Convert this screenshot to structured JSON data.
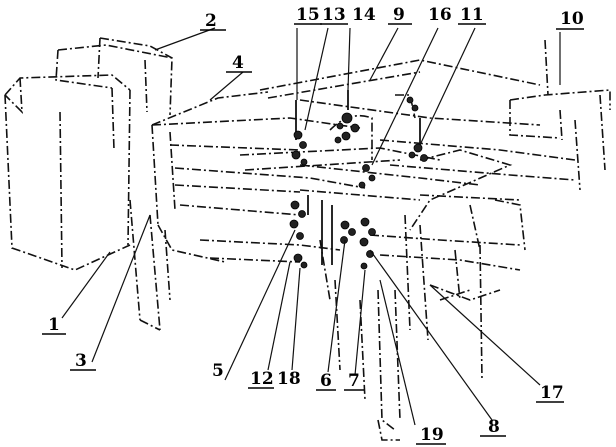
{
  "diagram": {
    "part_labels": [
      {
        "id": "p1",
        "text": "1"
      },
      {
        "id": "p2",
        "text": "2"
      },
      {
        "id": "p3",
        "text": "3"
      },
      {
        "id": "p4",
        "text": "4"
      },
      {
        "id": "p5",
        "text": "5"
      },
      {
        "id": "p6",
        "text": "6"
      },
      {
        "id": "p7",
        "text": "7"
      },
      {
        "id": "p8",
        "text": "8"
      },
      {
        "id": "p9",
        "text": "9"
      },
      {
        "id": "p10",
        "text": "10"
      },
      {
        "id": "p11",
        "text": "11"
      },
      {
        "id": "p12",
        "text": "12"
      },
      {
        "id": "p13",
        "text": "13"
      },
      {
        "id": "p14",
        "text": "14"
      },
      {
        "id": "p15",
        "text": "15"
      },
      {
        "id": "p16",
        "text": "16"
      },
      {
        "id": "p17",
        "text": "17"
      },
      {
        "id": "p18",
        "text": "18"
      },
      {
        "id": "p19",
        "text": "19"
      }
    ]
  }
}
